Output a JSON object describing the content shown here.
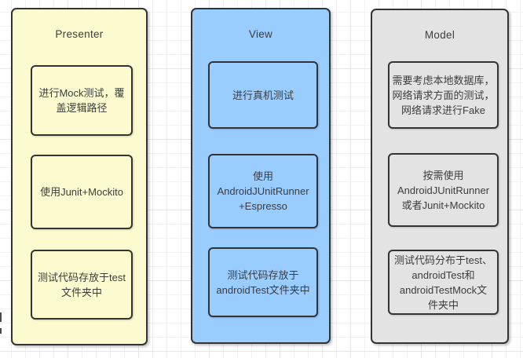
{
  "diagram": {
    "columns": [
      {
        "title": "Presenter",
        "fill": "#fbfbcf",
        "boxes": [
          {
            "text": "进行Mock测试，覆\n盖逻辑路径"
          },
          {
            "text": "使用Junit+Mockito"
          },
          {
            "text": "测试代码存放于test\n文件夹中"
          }
        ]
      },
      {
        "title": "View",
        "fill": "#99ccff",
        "boxes": [
          {
            "text": "进行真机测试"
          },
          {
            "text": "使用\nAndroidJUnitRunner\n+Espresso"
          },
          {
            "text": "测试代码存放于\nandroidTest文件夹中"
          }
        ]
      },
      {
        "title": "Model",
        "fill": "#e3e3e3",
        "boxes": [
          {
            "text": "需要考虑本地数据库，\n网络请求方面的测试，\n网络请求进行Fake"
          },
          {
            "text": "按需使用\nAndroidJUnitRunner\n或者Junit+Mockito"
          },
          {
            "text": "测试代码分布于test、\nandroidTest和\nandroidTestMock文\n件夹中"
          }
        ]
      }
    ],
    "colors": {
      "presenter_fill": "#fbfbcf",
      "view_fill": "#99ccff",
      "model_fill": "#e3e3e3",
      "shape_border": "#333333",
      "text": "#3d3d3d",
      "grid_line_minor": "#f2f2f2",
      "grid_line_major": "#e6e6e6",
      "canvas_background": "#ffffff"
    }
  }
}
